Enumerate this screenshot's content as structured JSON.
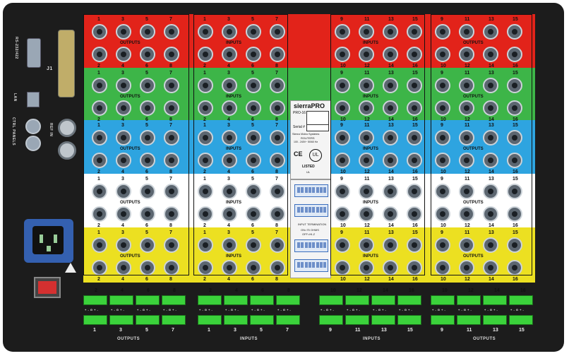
{
  "panel": {
    "colors": {
      "chassis": "#1c1c1c",
      "red": "#e2231a",
      "green": "#3db548",
      "blue": "#2ea4e0",
      "white": "#ffffff",
      "yellow": "#ece021",
      "terminal_green": "#3bd23b"
    },
    "rear_labels": {
      "rs232_label": "RS-232/422",
      "j1_label": "J1",
      "lan_label": "LAN",
      "ctrl_panels_label": "CTRL PANELS",
      "ref_in_label": "REF IN"
    },
    "nameplate": {
      "brand": "sierraPRO",
      "model": "PRO-16",
      "model_value": "",
      "serial_label": "Serial #",
      "company": "Sierra Video Systems",
      "company_sub": "ROUTERS",
      "power_rating": "100 - 240V~ 50/60 Hz",
      "listed": "LISTED",
      "listed_sub": "UL",
      "dip_header": "INPUT TERMINATION",
      "dip_sub1": "ON=75 OHMS",
      "dip_sub2": "OFF=HI-Z"
    },
    "groups": {
      "outputs_label": "OUTPUTS",
      "inputs_label": "INPUTS"
    },
    "row_numbers": {
      "left_top": [
        "1",
        "3",
        "5",
        "7"
      ],
      "left_bottom": [
        "2",
        "4",
        "6",
        "8"
      ],
      "right_top": [
        "9",
        "11",
        "13",
        "15"
      ],
      "right_bottom": [
        "10",
        "12",
        "14",
        "16"
      ]
    },
    "terminal_bottom": {
      "outputs_label": "OUTPUTS",
      "inputs_label": "INPUTS",
      "pin_labels": "+ - G + -"
    }
  }
}
